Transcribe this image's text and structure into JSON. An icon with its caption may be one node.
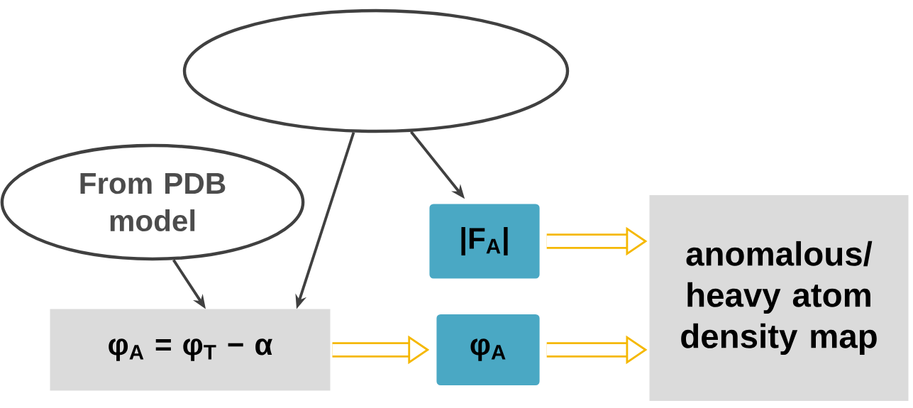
{
  "diagram": {
    "nodes": [
      {
        "text": [],
        "shape": "ellipse"
      },
      {
        "text": [
          "From PDB model"
        ]
      },
      {
        "text": [
          "φ$_{A}$ = φ$_{T}$ − α"
        ]
      },
      {
        "text": [
          "|F$_{A}$|"
        ]
      },
      {
        "text": [
          "φ$_{A}$"
        ]
      },
      {
        "text": [
          "anomalous/ heavy atom density map"
        ]
      }
    ],
    "edges": [
      {
        "from": 0,
        "to": 2,
        "arrow": "to"
      },
      {
        "from": 0,
        "to": 3,
        "arrow": "to"
      },
      {
        "from": 1,
        "to": 2,
        "arrow": "to"
      },
      {
        "from": 2,
        "to": 4,
        "arrow": "to",
        "style": "thick",
        "color": "#f5b800"
      },
      {
        "from": 3,
        "to": 5,
        "arrow": "to",
        "style": "thick",
        "color": "#f5b800"
      },
      {
        "from": 4,
        "to": 5,
        "arrow": "to",
        "style": "thick",
        "color": "#f5b800"
      }
    ]
  }
}
